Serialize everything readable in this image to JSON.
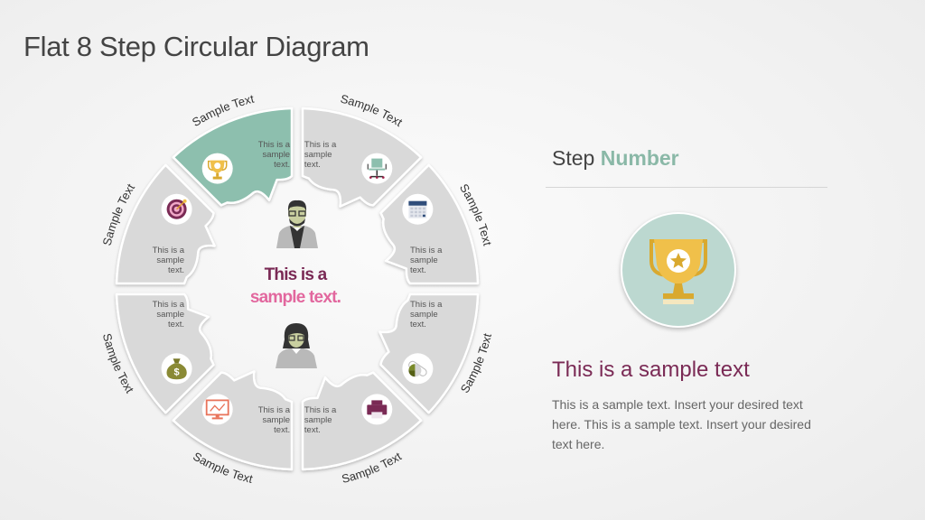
{
  "title": "Flat 8 Step Circular Diagram",
  "diagram": {
    "center_text": {
      "line1": "This is a",
      "line2": "sample text."
    },
    "center_icons": [
      "man-avatar-icon",
      "woman-avatar-icon"
    ],
    "colors": {
      "active": "#8dbfae",
      "inactive": "#d9d9d9",
      "outline": "#ffffff",
      "center_line1": "#7a2a55",
      "center_line2": "#e2679e"
    },
    "segments": [
      {
        "label": "Sample Text",
        "text": [
          "This is a",
          "sample",
          "text."
        ],
        "icon": "trophy-icon",
        "active": true
      },
      {
        "label": "Sample Text",
        "text": [
          "This is a",
          "sample",
          "text."
        ],
        "icon": "office-chair-icon",
        "active": false
      },
      {
        "label": "Sample Text",
        "text": [
          "This is a",
          "sample",
          "text."
        ],
        "icon": "calendar-icon",
        "active": false
      },
      {
        "label": "Sample Text",
        "text": [
          "This is a",
          "sample",
          "text."
        ],
        "icon": "pills-icon",
        "active": false
      },
      {
        "label": "Sample Text",
        "text": [
          "This is a",
          "sample",
          "text."
        ],
        "icon": "printer-icon",
        "active": false
      },
      {
        "label": "Sample Text",
        "text": [
          "This is a",
          "sample",
          "text."
        ],
        "icon": "monitor-chart-icon",
        "active": false
      },
      {
        "label": "Sample Text",
        "text": [
          "This is a",
          "sample",
          "text."
        ],
        "icon": "money-bag-icon",
        "active": false
      },
      {
        "label": "Sample Text",
        "text": [
          "This is a",
          "sample",
          "text."
        ],
        "icon": "target-icon",
        "active": false
      }
    ]
  },
  "panel": {
    "heading_plain": "Step",
    "heading_accent": "Number",
    "badge_icon": "trophy-icon",
    "sub_heading": "This is a sample text",
    "body": "This is a sample text. Insert your desired text here. This is a sample text. Insert your desired text here."
  }
}
